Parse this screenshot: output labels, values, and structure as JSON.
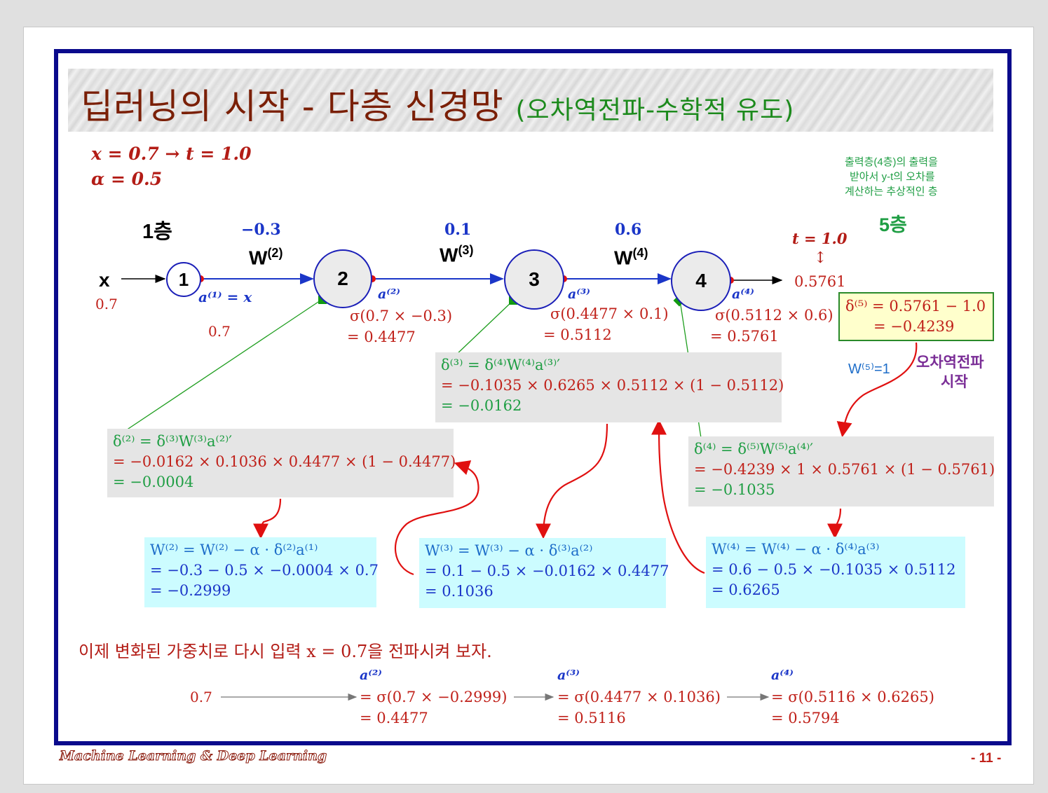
{
  "title": {
    "main": "딥러닝의 시작 - 다층 신경망 ",
    "sub": "(오차역전파-수학적 유도)"
  },
  "given": {
    "line1": "x = 0.7 → t = 1.0",
    "line2": "α = 0.5"
  },
  "note": {
    "line1": "출력층(4층)의 출력을",
    "line2": "받아서 y-t의 오차를",
    "line3": "계산하는 추상적인 층"
  },
  "layer1": "1층",
  "layer5": "5층",
  "input": {
    "x": "x",
    "x_val": "0.7",
    "a1": "a⁽¹⁾ = x",
    "a1_val": "0.7"
  },
  "nodes": [
    "1",
    "2",
    "3",
    "4"
  ],
  "weights": [
    {
      "value": "−0.3",
      "label": "W",
      "sup": "(2)"
    },
    {
      "value": "0.1",
      "label": "W",
      "sup": "(3)"
    },
    {
      "value": "0.6",
      "label": "W",
      "sup": "(4)"
    }
  ],
  "activations": [
    {
      "label": "a⁽²⁾",
      "formula": "σ(0.7 × −0.3)",
      "result": "= 0.4477"
    },
    {
      "label": "a⁽³⁾",
      "formula": "σ(0.4477 × 0.1)",
      "result": "= 0.5112"
    },
    {
      "label": "a⁽⁴⁾",
      "formula": "σ(0.5112 × 0.6)",
      "result": "= 0.5761"
    }
  ],
  "output": {
    "target": "t = 1.0",
    "arrow": "↕",
    "value": "0.5761"
  },
  "delta5": {
    "line1": "δ⁽⁵⁾ = 0.5761 − 1.0",
    "line2": "= −0.4239"
  },
  "w5": "W⁽⁵⁾=1",
  "backprop": {
    "line1": "오차역전파",
    "line2": "시작"
  },
  "delta3": {
    "line1": "δ⁽³⁾ = δ⁽⁴⁾W⁽⁴⁾a⁽³⁾′",
    "line2": "= −0.1035 × 0.6265 × 0.5112 × (1 − 0.5112)",
    "line3": "= −0.0162"
  },
  "delta2": {
    "line1": "δ⁽²⁾ = δ⁽³⁾W⁽³⁾a⁽²⁾′",
    "line2": "= −0.0162 × 0.1036 × 0.4477 × (1 − 0.4477)",
    "line3": "= −0.0004"
  },
  "delta4": {
    "line1": "δ⁽⁴⁾ = δ⁽⁵⁾W⁽⁵⁾a⁽⁴⁾′",
    "line2": "= −0.4239 × 1 × 0.5761 × (1 − 0.5761)",
    "line3": "= −0.1035"
  },
  "update2": {
    "line1": "W⁽²⁾ = W⁽²⁾ − α · δ⁽²⁾a⁽¹⁾",
    "line2": "= −0.3 − 0.5 × −0.0004 × 0.7",
    "line3": "= −0.2999"
  },
  "update3": {
    "line1": "W⁽³⁾ = W⁽³⁾ − α · δ⁽³⁾a⁽²⁾",
    "line2": "= 0.1 − 0.5 × −0.0162 × 0.4477",
    "line3": "= 0.1036"
  },
  "update4": {
    "line1": "W⁽⁴⁾ = W⁽⁴⁾ − α · δ⁽⁴⁾a⁽³⁾",
    "line2": "= 0.6 − 0.5 × −0.1035 × 0.5112",
    "line3": "= 0.6265"
  },
  "repropagate": "이제 변화된 가중치로 다시 입력 x = 0.7을 전파시켜 보자.",
  "second_pass": {
    "input": "0.7",
    "steps": [
      {
        "label": "a⁽²⁾",
        "formula": "= σ(0.7 × −0.2999)",
        "result": "= 0.4477"
      },
      {
        "label": "a⁽³⁾",
        "formula": "= σ(0.4477 × 0.1036)",
        "result": "= 0.5116"
      },
      {
        "label": "a⁽⁴⁾",
        "formula": "= σ(0.5116 × 0.6265)",
        "result": "= 0.5794"
      }
    ]
  },
  "footer": {
    "left": "Machine Learning & Deep Learning",
    "page": "- 11 -"
  },
  "colors": {
    "frame": "#0a0a8c",
    "title": "#7a1f06",
    "red": "#c0211a",
    "blue": "#1b36c8",
    "green": "#1f9e44"
  }
}
